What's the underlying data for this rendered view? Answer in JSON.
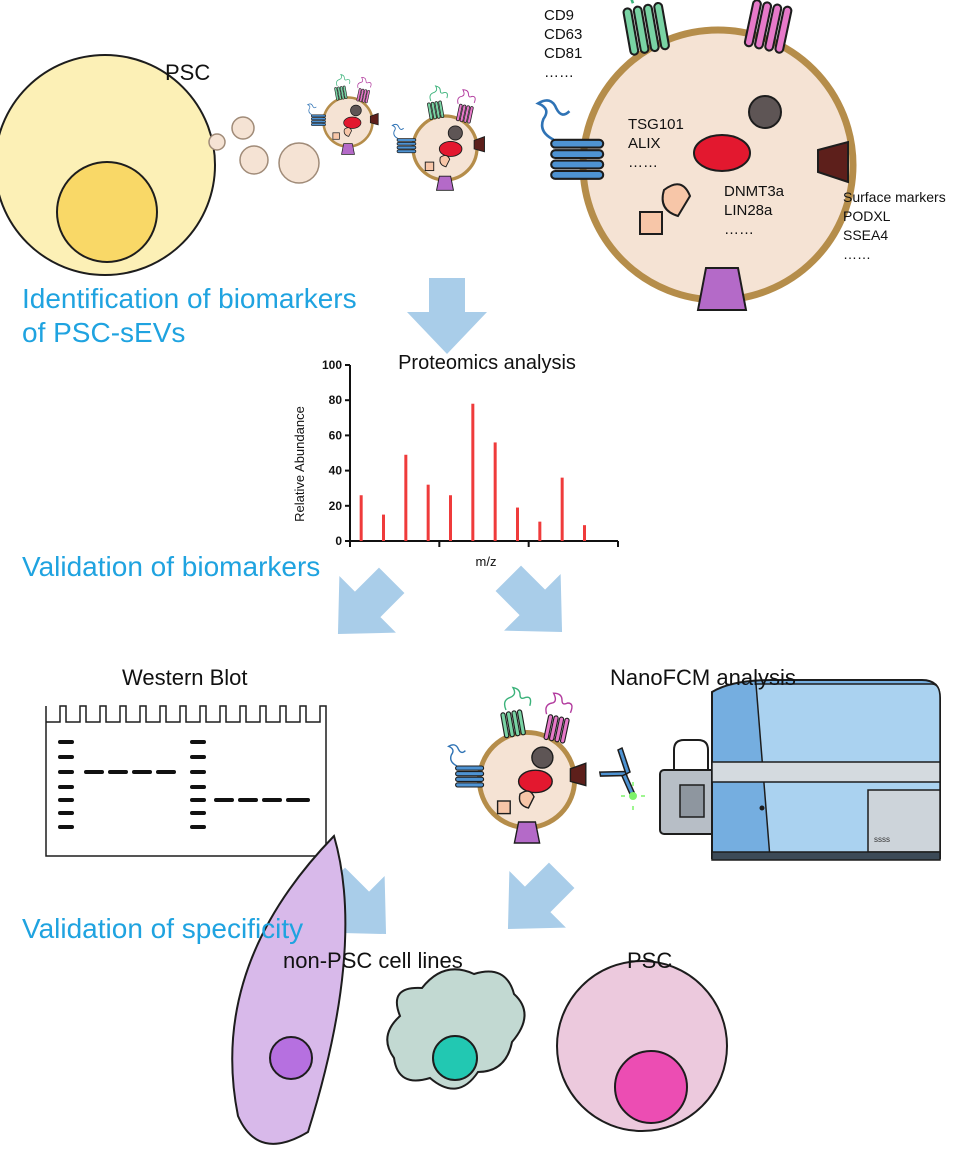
{
  "psc_top_label": "PSC",
  "tetraspanin_labels": [
    "CD9",
    "CD63",
    "CD81",
    "……"
  ],
  "inner_labels_1": [
    "TSG101",
    "ALIX",
    "……"
  ],
  "inner_labels_2": [
    "DNMT3a",
    "LIN28a",
    "……"
  ],
  "surface_labels": [
    "Surface markers",
    "PODXL",
    "SSEA4",
    "……"
  ],
  "steps": {
    "identification_line1": "Identification of biomarkers",
    "identification_line2": "of PSC-sEVs",
    "validation_biomarkers": "Validation of biomarkers",
    "validation_specificity": "Validation of specificity"
  },
  "proteomics_title": "Proteomics analysis",
  "western_title": "Western Blot",
  "nanofcm_title": "NanoFCM analysis",
  "instrument_button_text": "ssss",
  "non_psc_label": "non-PSC cell lines",
  "psc_bottom_label": "PSC",
  "colors": {
    "accent_text": "#1fa3e0",
    "arrow": "#a9cde9",
    "bar": "#ef3b3b",
    "psc_cell": "#fcf0b6",
    "psc_nucleus": "#f9d867",
    "vesicle_fill": "#f5e3d4",
    "vesicle_border": "#b58d4a"
  },
  "chart_data": {
    "type": "bar",
    "ylabel": "Relative Abundance",
    "xlabel": "m/z",
    "ylim": [
      0,
      100
    ],
    "yticks": [
      0,
      20,
      40,
      60,
      80,
      100
    ],
    "x": [
      1,
      2,
      3,
      4,
      5,
      6,
      7,
      8,
      9,
      10,
      11,
      12
    ],
    "values": [
      26,
      15,
      49,
      32,
      26,
      78,
      56,
      19,
      11,
      36,
      9,
      0
    ],
    "xlim": [
      0,
      12
    ]
  }
}
